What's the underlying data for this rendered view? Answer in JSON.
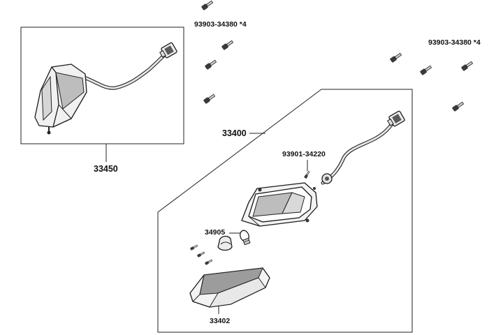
{
  "labels": {
    "screws_left": "93903-34380 *4",
    "screws_right": "93903-34380 *4",
    "lamp_rear_assy": "33450",
    "lamp_front_assy": "33400",
    "screw_small": "93901-34220",
    "bulb": "34905",
    "lens": "33402"
  },
  "colors": {
    "line": "#222222",
    "part_fill": "#f4f4f4",
    "shade": "#bdbdbd",
    "dark": "#3a3a3a"
  }
}
